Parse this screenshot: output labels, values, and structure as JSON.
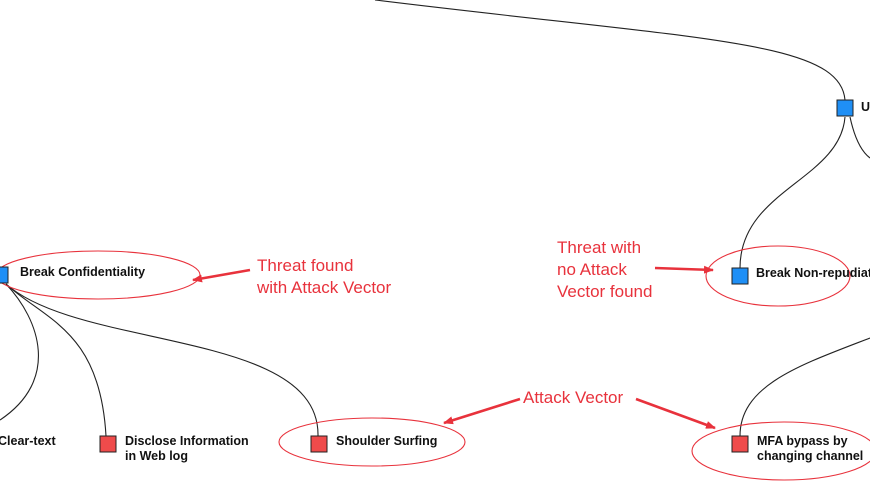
{
  "colors": {
    "threat_node": "#1f8ff5",
    "attack_node": "#ef4b4b",
    "annotation": "#e8323c",
    "edge": "#222222"
  },
  "nodes": {
    "break_confidentiality": "Break Confidentiality",
    "break_non_repudiation": "Break Non-repudiat",
    "top_right_node": "U",
    "clear_text": "Clear-text",
    "disclose_info_line1": "Disclose Information",
    "disclose_info_line2": "in Web log",
    "shoulder_surfing": "Shoulder Surfing",
    "mfa_bypass_line1": "MFA bypass by",
    "mfa_bypass_line2": "changing channel"
  },
  "annotations": {
    "threat_found_line1": "Threat found",
    "threat_found_line2": "with Attack Vector",
    "threat_none_line1": "Threat with",
    "threat_none_line2": "no Attack",
    "threat_none_line3": "Vector found",
    "attack_vector": "Attack Vector"
  }
}
